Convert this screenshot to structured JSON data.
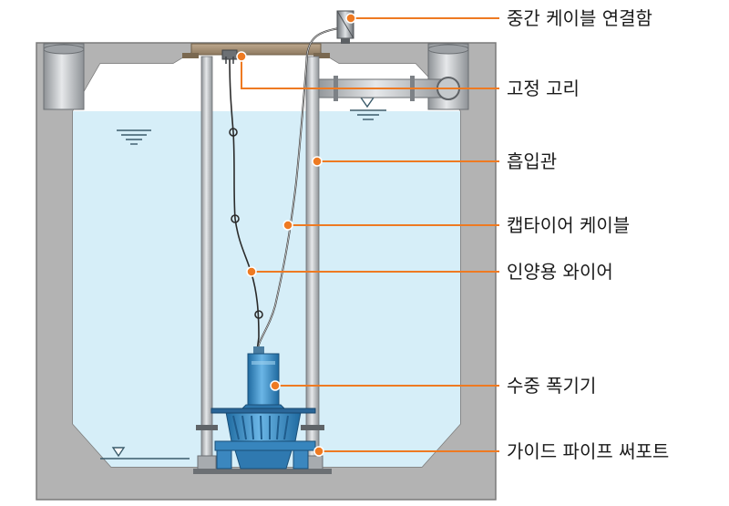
{
  "colors": {
    "concrete": "#b3b3b3",
    "concrete_edge": "#7a7a7a",
    "water": "#d6eef8",
    "callout": "#ee7a22",
    "pump": "#3d8fc6",
    "pipe": "#c9ccd0",
    "lid": "#a08a70"
  },
  "callouts": [
    {
      "id": "intermediate-cable-junction-box",
      "label": "중간 케이블 연결함"
    },
    {
      "id": "fixing-hook",
      "label": "고정 고리"
    },
    {
      "id": "suction-pipe",
      "label": "흡입관"
    },
    {
      "id": "cabtyre-cable",
      "label": "캡타이어 케이블"
    },
    {
      "id": "lifting-wire",
      "label": "인양용 와이어"
    },
    {
      "id": "submersible-aerator",
      "label": "수중 폭기기"
    },
    {
      "id": "guide-pipe-support",
      "label": "가이드 파이프 써포트"
    }
  ]
}
